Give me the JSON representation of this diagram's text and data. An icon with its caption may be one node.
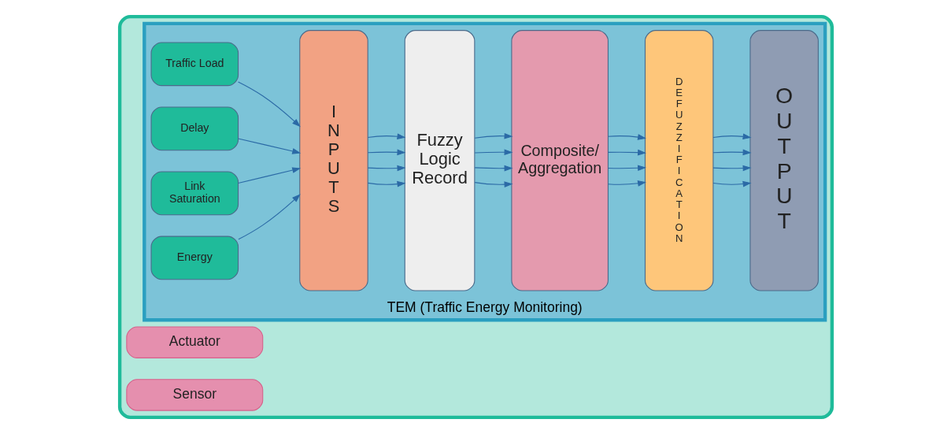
{
  "diagram": {
    "nodes": [
      {
        "text": [],
        "shape": "box"
      },
      {
        "text": [
          "Actuator"
        ],
        "in": 0
      },
      {
        "text": [
          "Sensor"
        ],
        "in": 0
      },
      {
        "text": [
          "TEM (Traffic Energy Monitoring)"
        ],
        "in": 0
      },
      {
        "text": [
          "Traffic Load"
        ],
        "in": 3
      },
      {
        "text": [
          "Delay"
        ],
        "in": 3
      },
      {
        "text": [
          "Link Saturation"
        ],
        "in": 3
      },
      {
        "text": [
          "Energy"
        ],
        "in": 3
      },
      {
        "text": [
          "I N P U T S"
        ],
        "in": 3
      },
      {
        "text": [
          "Fuzzy Logic Record"
        ],
        "in": 3
      },
      {
        "text": [
          "Composite/ Aggregation"
        ],
        "in": 3
      },
      {
        "text": [
          "D E F U Z Z I F I C A T I O N"
        ],
        "in": 3
      },
      {
        "text": [
          "O U T P U T"
        ],
        "in": 3
      }
    ],
    "edges": [
      {
        "from": 4,
        "to": 8,
        "arrow": "to"
      },
      {
        "from": 5,
        "to": 8,
        "arrow": "to"
      },
      {
        "from": 6,
        "to": 8,
        "arrow": "to"
      },
      {
        "from": 7,
        "to": 8,
        "arrow": "to"
      },
      {
        "from": 8,
        "to": 9,
        "arrow": "to"
      },
      {
        "from": 8,
        "to": 9,
        "arrow": "to"
      },
      {
        "from": 8,
        "to": 9,
        "arrow": "to"
      },
      {
        "from": 8,
        "to": 9,
        "arrow": "to"
      },
      {
        "from": 9,
        "to": 10,
        "arrow": "to"
      },
      {
        "from": 9,
        "to": 10,
        "arrow": "to"
      },
      {
        "from": 9,
        "to": 10,
        "arrow": "to"
      },
      {
        "from": 9,
        "to": 10,
        "arrow": "to"
      },
      {
        "from": 10,
        "to": 11,
        "arrow": "to"
      },
      {
        "from": 10,
        "to": 11,
        "arrow": "to"
      },
      {
        "from": 10,
        "to": 11,
        "arrow": "to"
      },
      {
        "from": 10,
        "to": 11,
        "arrow": "to"
      },
      {
        "from": 11,
        "to": 12,
        "arrow": "to"
      },
      {
        "from": 11,
        "to": 12,
        "arrow": "to"
      },
      {
        "from": 11,
        "to": 12,
        "arrow": "to"
      },
      {
        "from": 11,
        "to": 12,
        "arrow": "to"
      }
    ]
  }
}
